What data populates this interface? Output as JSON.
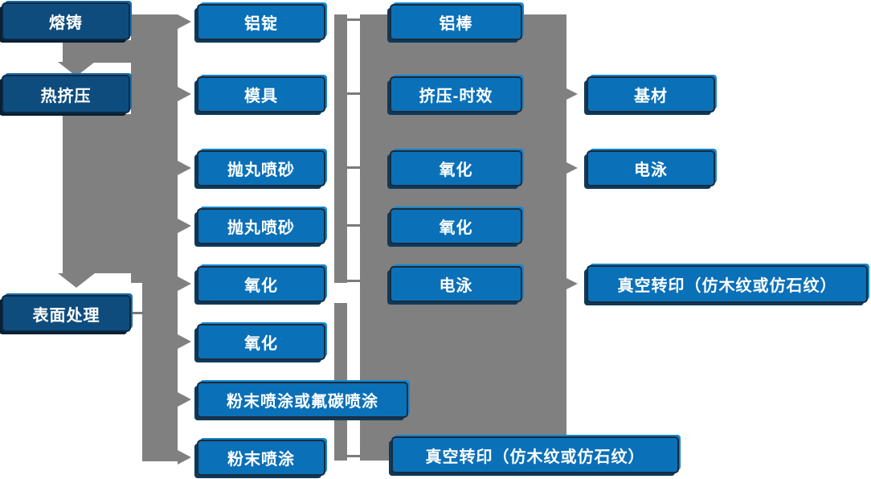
{
  "diagram": {
    "col1": [
      {
        "label": "熔铸"
      },
      {
        "label": "热挤压"
      },
      {
        "label": "表面处理"
      }
    ],
    "col2": [
      {
        "label": "铝锭"
      },
      {
        "label": "模具"
      },
      {
        "label": "抛丸喷砂"
      },
      {
        "label": "抛丸喷砂"
      },
      {
        "label": "氧化"
      },
      {
        "label": "氧化"
      },
      {
        "label": "粉末喷涂或氟碳喷涂"
      },
      {
        "label": "粉末喷涂"
      }
    ],
    "col3": [
      {
        "label": "铝棒"
      },
      {
        "label": "挤压-时效"
      },
      {
        "label": "氧化"
      },
      {
        "label": "氧化"
      },
      {
        "label": "电泳"
      },
      {
        "label": "真空转印（仿木纹或仿石纹）"
      }
    ],
    "col4": [
      {
        "label": "基材"
      },
      {
        "label": "电泳"
      },
      {
        "label": "真空转印（仿木纹或仿石纹）"
      }
    ],
    "edges": [
      {
        "from": "熔铸",
        "to": "热挤压"
      },
      {
        "from": "热挤压",
        "to": "表面处理"
      },
      {
        "from": "熔铸/热挤压",
        "to": "铝锭、模具、抛丸喷砂、抛丸喷砂、氧化"
      },
      {
        "from": "表面处理",
        "to": "氧化、粉末喷涂或氟碳喷涂、粉末喷涂"
      },
      {
        "from": "铝锭/模具/抛丸喷砂/氧化",
        "to": "铝棒、挤压-时效、氧化、氧化、电泳"
      },
      {
        "from": "挤压-时效",
        "to": "基材"
      },
      {
        "from": "氧化",
        "to": "电泳"
      },
      {
        "from": "电泳",
        "to": "真空转印（仿木纹或仿石纹）"
      },
      {
        "from": "粉末喷涂",
        "to": "真空转印（仿木纹或仿石纹）"
      }
    ],
    "colors": {
      "process_box": "#0A70B8",
      "stage_box": "#0E4C7D",
      "connector": "#808080",
      "box_border": "#1B2B3A",
      "text": "#FFFFFF"
    }
  }
}
